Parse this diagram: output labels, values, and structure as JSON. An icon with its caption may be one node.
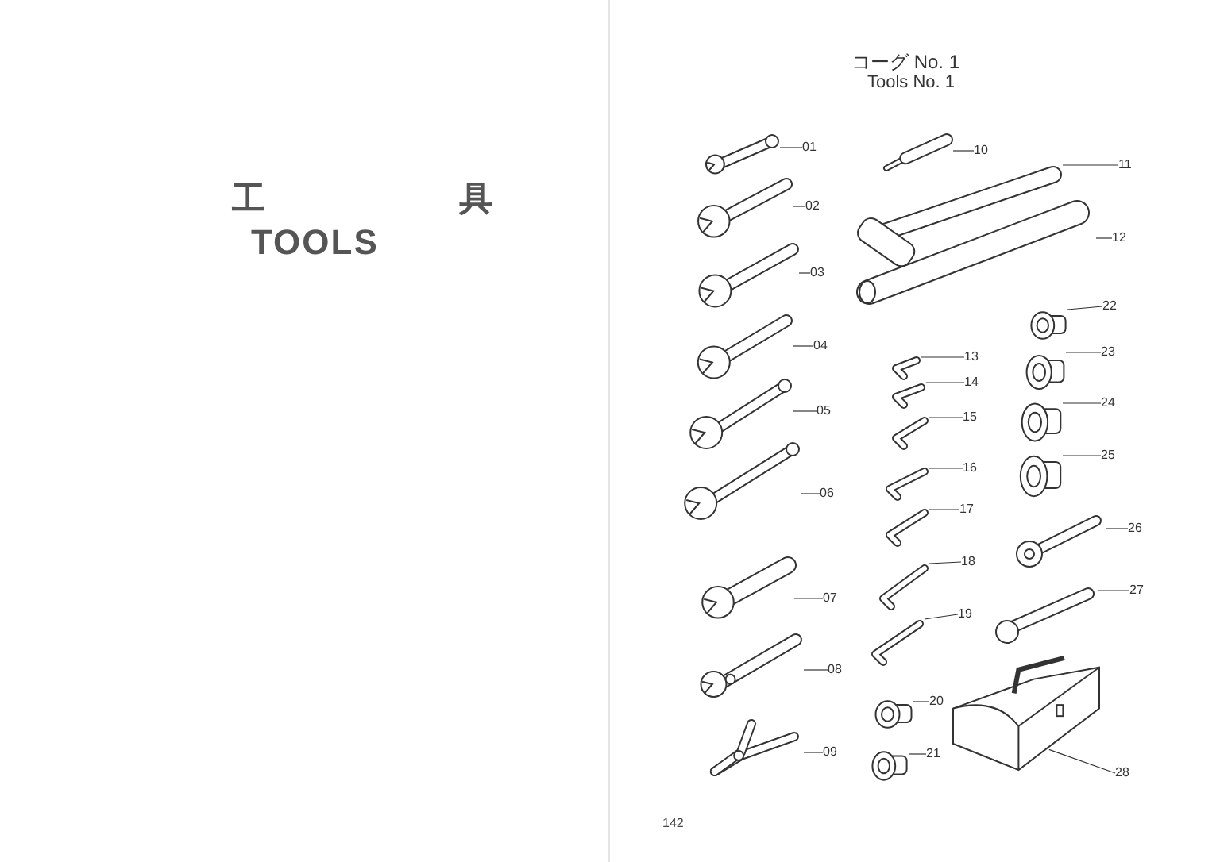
{
  "diagram": {
    "nodes": [
      {
        "text": [
          "01"
        ]
      },
      {
        "text": [],
        "shape": "picture"
      },
      {
        "text": [
          "02"
        ]
      },
      {
        "text": [],
        "shape": "picture"
      },
      {
        "text": [
          "03"
        ]
      },
      {
        "text": [],
        "shape": "picture"
      },
      {
        "text": [
          "04"
        ]
      },
      {
        "text": [],
        "shape": "picture"
      },
      {
        "text": [
          "05"
        ]
      },
      {
        "text": [],
        "shape": "picture"
      },
      {
        "text": [
          "06"
        ]
      },
      {
        "text": [],
        "shape": "picture"
      },
      {
        "text": [
          "07"
        ]
      },
      {
        "text": [],
        "shape": "picture"
      },
      {
        "text": [
          "08"
        ]
      },
      {
        "text": [],
        "shape": "picture"
      },
      {
        "text": [
          "09"
        ]
      },
      {
        "text": [],
        "shape": "picture"
      },
      {
        "text": [
          "10"
        ]
      },
      {
        "text": [],
        "shape": "picture"
      },
      {
        "text": [
          "11"
        ]
      },
      {
        "text": [],
        "shape": "picture"
      },
      {
        "text": [
          "12"
        ]
      },
      {
        "text": [],
        "shape": "picture"
      },
      {
        "text": [
          "13"
        ]
      },
      {
        "text": [],
        "shape": "picture"
      },
      {
        "text": [
          "14"
        ]
      },
      {
        "text": [],
        "shape": "picture"
      },
      {
        "text": [
          "15"
        ]
      },
      {
        "text": [],
        "shape": "picture"
      },
      {
        "text": [
          "16"
        ]
      },
      {
        "text": [],
        "shape": "picture"
      },
      {
        "text": [
          "17"
        ]
      },
      {
        "text": [],
        "shape": "picture"
      },
      {
        "text": [
          "18"
        ]
      },
      {
        "text": [],
        "shape": "picture"
      },
      {
        "text": [
          "19"
        ]
      },
      {
        "text": [],
        "shape": "picture"
      },
      {
        "text": [
          "20"
        ]
      },
      {
        "text": [],
        "shape": "picture"
      },
      {
        "text": [
          "21"
        ]
      },
      {
        "text": [],
        "shape": "picture"
      },
      {
        "text": [
          "22"
        ]
      },
      {
        "text": [],
        "shape": "picture"
      },
      {
        "text": [
          "23"
        ]
      },
      {
        "text": [],
        "shape": "picture"
      },
      {
        "text": [
          "24"
        ]
      },
      {
        "text": [],
        "shape": "picture"
      },
      {
        "text": [
          "25"
        ]
      },
      {
        "text": [],
        "shape": "picture"
      },
      {
        "text": [
          "26"
        ]
      },
      {
        "text": [],
        "shape": "picture"
      },
      {
        "text": [
          "27"
        ]
      },
      {
        "text": [],
        "shape": "picture"
      },
      {
        "text": [
          "28"
        ]
      },
      {
        "text": [],
        "shape": "picture"
      }
    ],
    "edges": [
      {
        "from": 0,
        "to": 1,
        "arrow": "none"
      },
      {
        "from": 2,
        "to": 3,
        "arrow": "none"
      },
      {
        "from": 4,
        "to": 5,
        "arrow": "none"
      },
      {
        "from": 6,
        "to": 7,
        "arrow": "none"
      },
      {
        "from": 8,
        "to": 9,
        "arrow": "none"
      },
      {
        "from": 10,
        "to": 11,
        "arrow": "none"
      },
      {
        "from": 12,
        "to": 13,
        "arrow": "none"
      },
      {
        "from": 14,
        "to": 15,
        "arrow": "none"
      },
      {
        "from": 16,
        "to": 17,
        "arrow": "none"
      },
      {
        "from": 18,
        "to": 19,
        "arrow": "none"
      },
      {
        "from": 20,
        "to": 21,
        "arrow": "none"
      },
      {
        "from": 22,
        "to": 23,
        "arrow": "none"
      },
      {
        "from": 24,
        "to": 25,
        "arrow": "none"
      },
      {
        "from": 26,
        "to": 27,
        "arrow": "none"
      },
      {
        "from": 28,
        "to": 29,
        "arrow": "none"
      },
      {
        "from": 30,
        "to": 31,
        "arrow": "none"
      },
      {
        "from": 32,
        "to": 33,
        "arrow": "none"
      },
      {
        "from": 34,
        "to": 35,
        "arrow": "none"
      },
      {
        "from": 36,
        "to": 37,
        "arrow": "none"
      },
      {
        "from": 38,
        "to": 39,
        "arrow": "none"
      },
      {
        "from": 40,
        "to": 41,
        "arrow": "none"
      },
      {
        "from": 42,
        "to": 43,
        "arrow": "none"
      },
      {
        "from": 44,
        "to": 45,
        "arrow": "none"
      },
      {
        "from": 46,
        "to": 47,
        "arrow": "none"
      },
      {
        "from": 48,
        "to": 49,
        "arrow": "none"
      },
      {
        "from": 50,
        "to": 51,
        "arrow": "none"
      },
      {
        "from": 52,
        "to": 53,
        "arrow": "none"
      },
      {
        "from": 54,
        "to": 55,
        "arrow": "none"
      }
    ],
    "labels": [
      "工 具",
      "TOOLS",
      "コーグ No. 1",
      "Tools No. 1",
      "142"
    ]
  }
}
